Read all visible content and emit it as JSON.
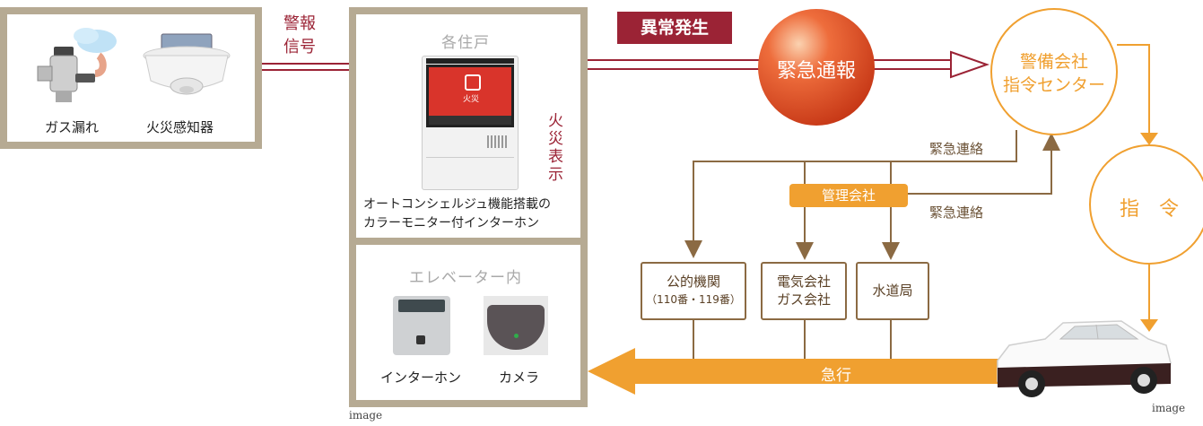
{
  "sensors": {
    "gas_leak": "ガス漏れ",
    "fire_detector": "火災感知器"
  },
  "alarm_signal": [
    "警報",
    "信号"
  ],
  "residence": {
    "title": "各住戸",
    "fire_display": [
      "火",
      "災",
      "表",
      "示"
    ],
    "monitor_caption_line1": "オートコンシェルジュ機能搭載の",
    "monitor_caption_line2": "カラーモニター付インターホン",
    "screen_text": "火災"
  },
  "elevator": {
    "title": "エレベーター内",
    "intercom": "インターホン",
    "camera": "カメラ"
  },
  "image_caption_left": "image",
  "image_caption_right": "image",
  "abnormal_badge": "異常発生",
  "emergency_report": "緊急通報",
  "security_center": [
    "警備会社",
    "指令センター"
  ],
  "command": "指　令",
  "emergency_contact_1": "緊急連絡",
  "emergency_contact_2": "緊急連絡",
  "management_company": "管理会社",
  "public_agencies": [
    "公的機関",
    "（110番・119番）"
  ],
  "utilities": [
    "電気会社",
    "ガス会社"
  ],
  "waterworks": "水道局",
  "rush": "急行",
  "colors": {
    "frame": "#b6aa93",
    "maroon": "#9b2335",
    "orange": "#f0a030",
    "brown": "#8b6a43"
  }
}
